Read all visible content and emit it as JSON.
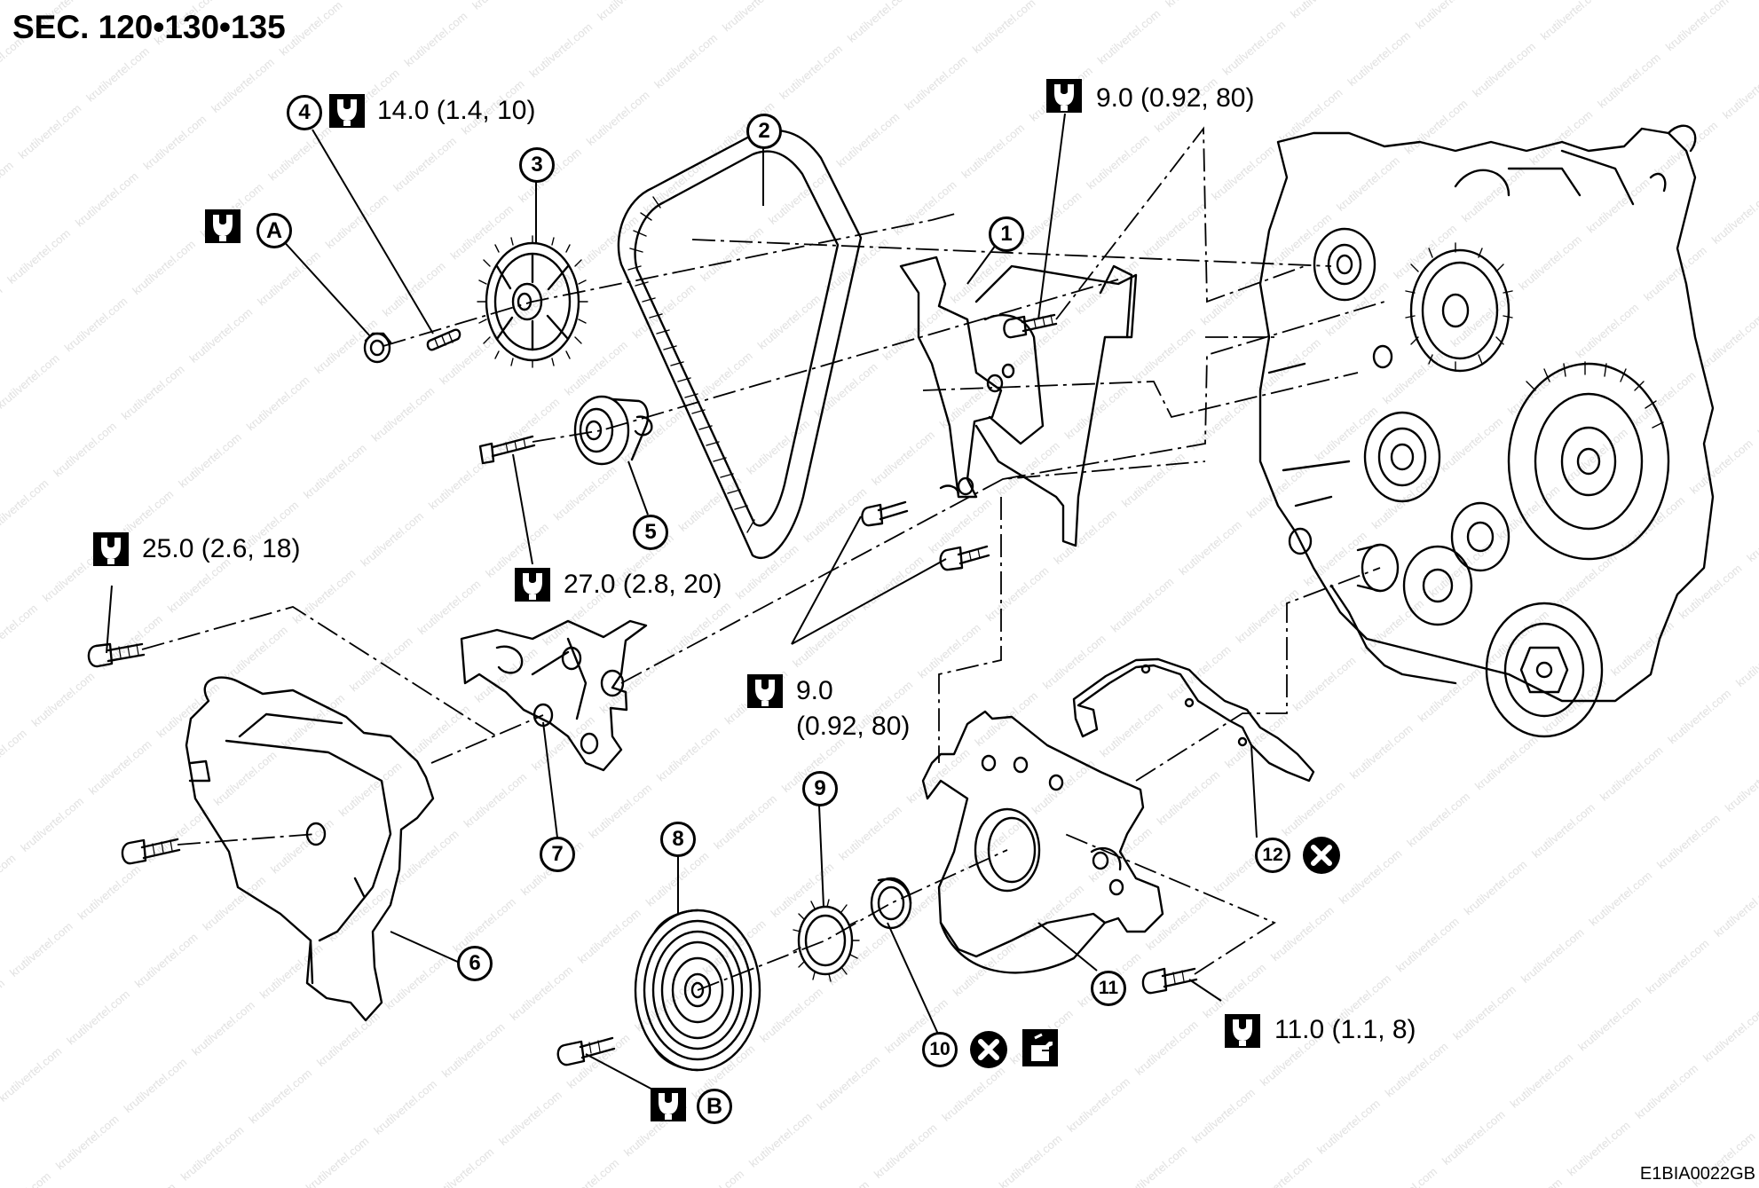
{
  "header": {
    "title": "SEC. 120•130•135"
  },
  "footer": {
    "diagram_id": "E1BIA0022GB"
  },
  "callouts": {
    "c1": "1",
    "c2": "2",
    "c3": "3",
    "c4": "4",
    "c5": "5",
    "c6": "6",
    "c7": "7",
    "c8": "8",
    "c9": "9",
    "c10": "10",
    "c11": "11",
    "c12": "12",
    "cA": "A",
    "cB": "B"
  },
  "torque": {
    "t_item4": "14.0 (1.4, 10)",
    "t_cover_top": "9.0 (0.92, 80)",
    "t_bolt_left": "25.0 (2.6, 18)",
    "t_tensioner": "27.0 (2.8, 20)",
    "t_mid_value": "9.0",
    "t_mid_units": "(0.92, 80)",
    "t_front_cover": "11.0 (1.1, 8)"
  },
  "icons": {
    "torque": "torque-wrench-icon",
    "replace": "do-not-reuse-icon",
    "oil": "apply-oil-icon"
  },
  "colors": {
    "ink": "#000000",
    "watermark": "#d8d8d8"
  }
}
